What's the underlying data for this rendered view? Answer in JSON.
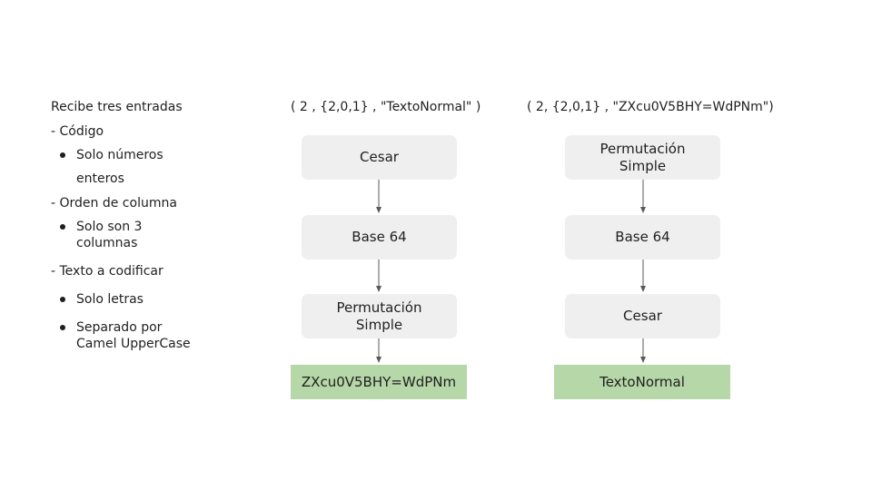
{
  "description": {
    "intro": "Recibe tres entradas",
    "inputs": [
      {
        "label": "- Código",
        "bullets": [
          [
            "Solo números",
            "enteros"
          ]
        ]
      },
      {
        "label": "- Orden de columna",
        "bullets": [
          [
            "Solo son 3",
            "columnas"
          ]
        ]
      },
      {
        "label": "- Texto a codificar",
        "bullets": [
          [
            "Solo letras"
          ],
          [
            "Separado por",
            "Camel UpperCase"
          ]
        ]
      }
    ]
  },
  "encode_flow": {
    "header": "( 2 , {2,0,1} , \"TextoNormal\" )",
    "steps": [
      "Cesar",
      "Base 64",
      "Permutación\nSimple"
    ],
    "result": "ZXcu0V5BHY=WdPNm"
  },
  "decode_flow": {
    "header": "( 2, {2,0,1} , \"ZXcu0V5BHY=WdPNm\")",
    "steps": [
      "Permutación\nSimple",
      "Base 64",
      "Cesar"
    ],
    "result": "TextoNormal"
  },
  "colors": {
    "step_fill": "#efefef",
    "result_fill": "#b6d7a8",
    "arrow": "#595959"
  }
}
